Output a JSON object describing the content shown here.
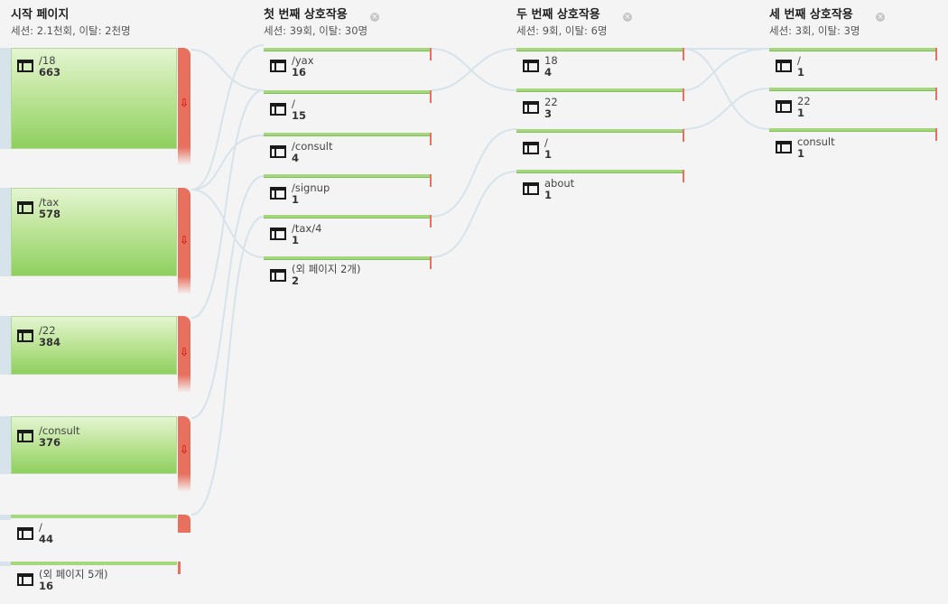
{
  "columns": [
    {
      "title": "시작 페이지",
      "stats": "세션: 2.1천회, 이탈: 2천명"
    },
    {
      "title": "첫 번째 상호작용",
      "stats": "세션: 39회, 이탈: 30명"
    },
    {
      "title": "두 번째 상호작용",
      "stats": "세션: 9회, 이탈: 6명"
    },
    {
      "title": "세 번째 상호작용",
      "stats": "세션: 3회, 이탈: 3명"
    }
  ],
  "close_icon": "×",
  "drop_arrow": "⇩",
  "start_nodes": [
    {
      "label": "/18",
      "count": "663"
    },
    {
      "label": "/tax",
      "count": "578"
    },
    {
      "label": "/22",
      "count": "384"
    },
    {
      "label": "/consult",
      "count": "376"
    },
    {
      "label": "/",
      "count": "44"
    },
    {
      "label": "(외 페이지 5개)",
      "count": "16"
    }
  ],
  "first_nodes": [
    {
      "label": "/yax",
      "count": "16"
    },
    {
      "label": "/",
      "count": "15"
    },
    {
      "label": "/consult",
      "count": "4"
    },
    {
      "label": "/signup",
      "count": "1"
    },
    {
      "label": "/tax/4",
      "count": "1"
    },
    {
      "label": "(외 페이지 2개)",
      "count": "2"
    }
  ],
  "second_nodes": [
    {
      "label": "18",
      "count": "4"
    },
    {
      "label": "22",
      "count": "3"
    },
    {
      "label": "/",
      "count": "1"
    },
    {
      "label": "about",
      "count": "1"
    }
  ],
  "third_nodes": [
    {
      "label": "/",
      "count": "1"
    },
    {
      "label": "22",
      "count": "1"
    },
    {
      "label": "consult",
      "count": "1"
    }
  ],
  "colors": {
    "node_green": "#a6d77e",
    "dropoff_red": "#e8705e",
    "flow_line": "#d7e3ea"
  }
}
